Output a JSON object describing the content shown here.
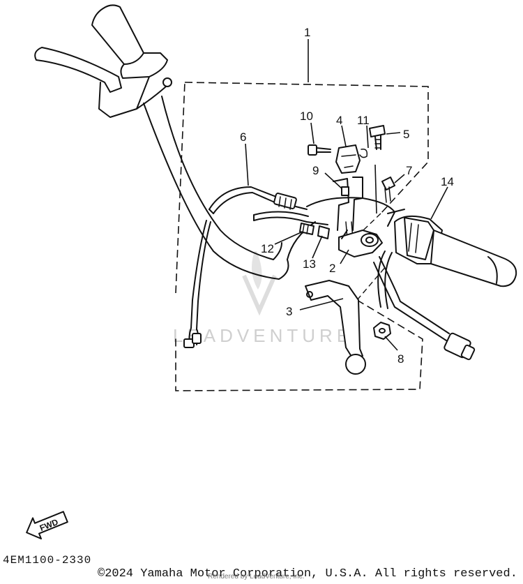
{
  "callouts": [
    {
      "id": "1",
      "label": "1"
    },
    {
      "id": "2",
      "label": "2"
    },
    {
      "id": "3",
      "label": "3"
    },
    {
      "id": "4",
      "label": "4"
    },
    {
      "id": "5",
      "label": "5"
    },
    {
      "id": "6",
      "label": "6"
    },
    {
      "id": "7",
      "label": "7"
    },
    {
      "id": "8",
      "label": "8"
    },
    {
      "id": "9",
      "label": "9"
    },
    {
      "id": "10",
      "label": "10"
    },
    {
      "id": "11",
      "label": "11"
    },
    {
      "id": "12",
      "label": "12"
    },
    {
      "id": "13",
      "label": "13"
    },
    {
      "id": "14",
      "label": "14"
    }
  ],
  "fwd_label": "FWD",
  "watermark": "LEADVENTURE",
  "diagram_code": "4EM1100-2330",
  "copyright": "©2024 Yamaha Motor Corporation, U.S.A. All rights reserved.",
  "rendered_by": "Rendered by LeadVenture, Inc."
}
